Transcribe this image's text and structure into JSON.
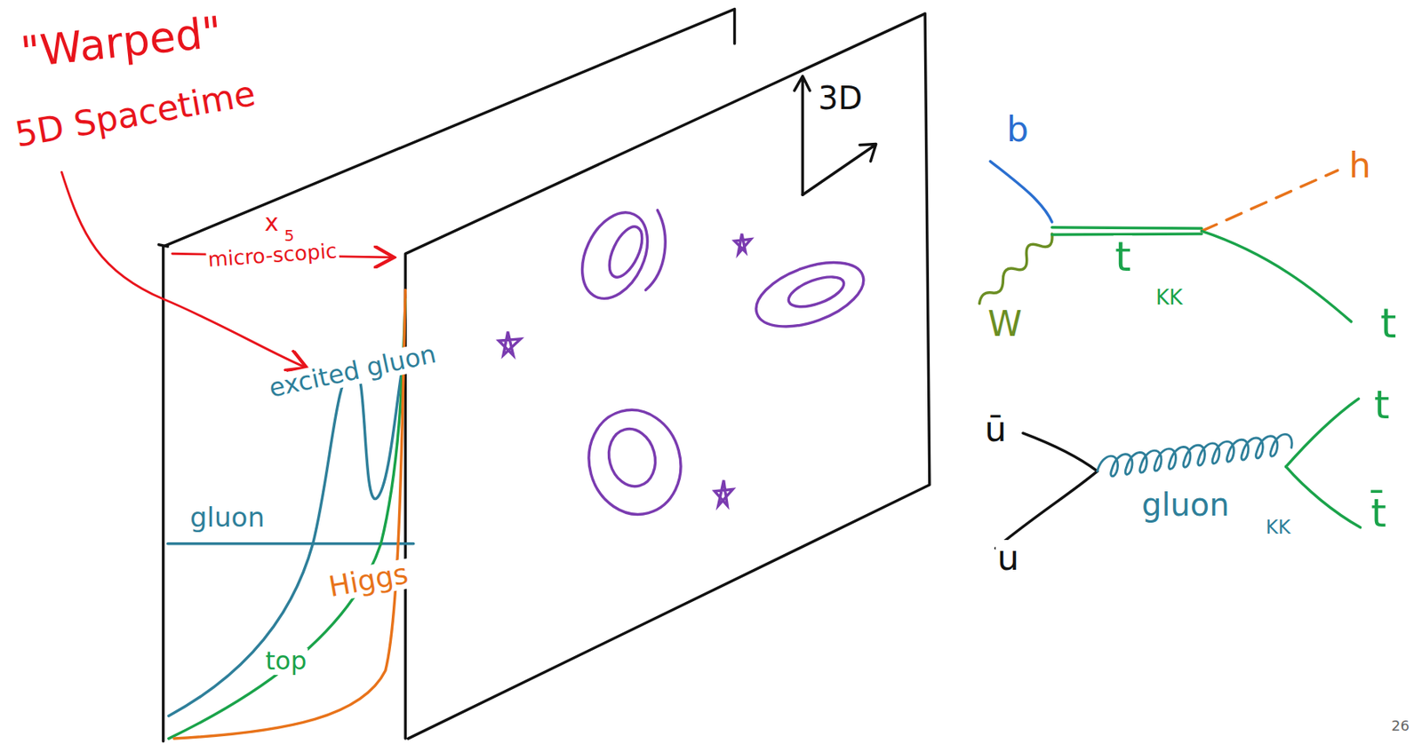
{
  "diagram": {
    "labels": [
      "\"Warped\"",
      "5D Spacetime",
      "x",
      "5",
      "micro-scopic",
      "3D",
      "excited gluon",
      "gluon",
      "top",
      "Higgs",
      "b",
      "h",
      "t",
      "KK",
      "W",
      "t",
      "ū",
      "t",
      "gluon",
      "KK",
      "u",
      "t̄",
      "26"
    ]
  }
}
